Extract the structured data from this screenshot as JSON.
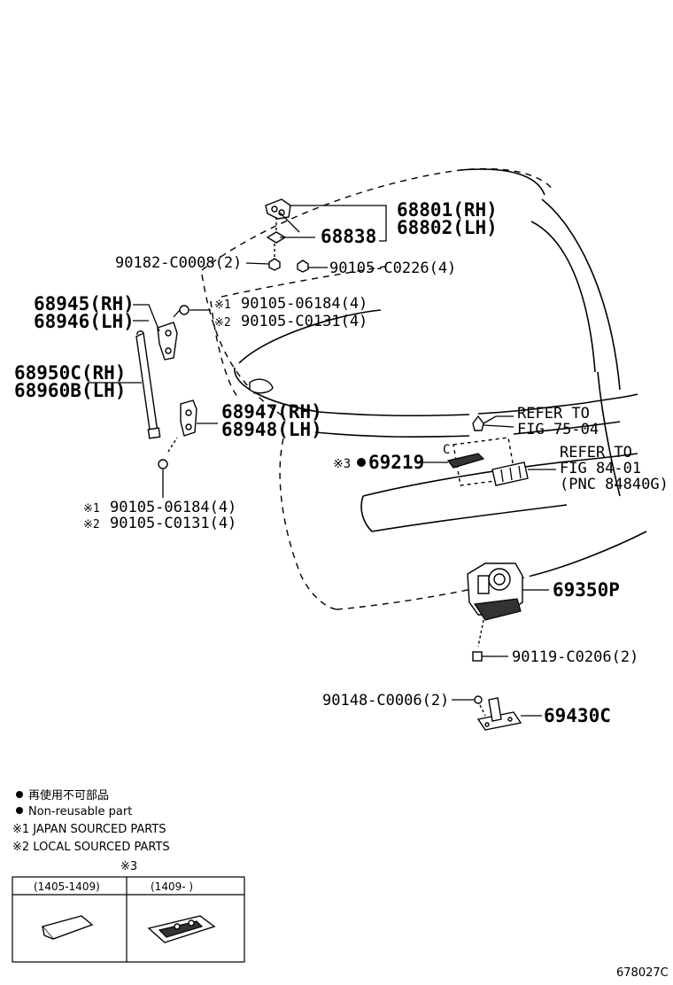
{
  "labels": {
    "p68801": "68801(RH)",
    "p68802": "68802(LH)",
    "p68838": "68838",
    "p90182": "90182-C0008(2)",
    "p90105_c0226": "90105-C0226(4)",
    "p68945": "68945(RH)",
    "p68946": "68946(LH)",
    "note1_upper_mark": "※1",
    "note1_upper": "90105-06184(4)",
    "note2_upper_mark": "※2",
    "note2_upper": "90105-C0131(4)",
    "p68950": "68950C(RH)",
    "p68960": "68960B(LH)",
    "p68947": "68947(RH)",
    "p68948": "68948(LH)",
    "refer1_line1": "REFER TO",
    "refer1_line2": "FIG 75-04",
    "callout_c": "C",
    "note3_mark": "※3",
    "p69219": "69219",
    "refer2_line1": "REFER TO",
    "refer2_line2": "FIG 84-01",
    "refer2_line3": "(PNC 84840G)",
    "note1_lower_mark": "※1",
    "note1_lower": "90105-06184(4)",
    "note2_lower_mark": "※2",
    "note2_lower": "90105-C0131(4)",
    "p69350": "69350P",
    "p90119": "90119-C0206(2)",
    "p90148": "90148-C0006(2)",
    "p69430": "69430C"
  },
  "legend": {
    "item1_jp": "再使用不可部品",
    "item2": "Non-reusable part",
    "item3": "※1 JAPAN SOURCED PARTS",
    "item4": "※2 LOCAL SOURCED PARTS"
  },
  "table": {
    "title": "※3",
    "col1": "(1405-1409)",
    "col2": "(1409-      )"
  },
  "figure_id": "678027C"
}
